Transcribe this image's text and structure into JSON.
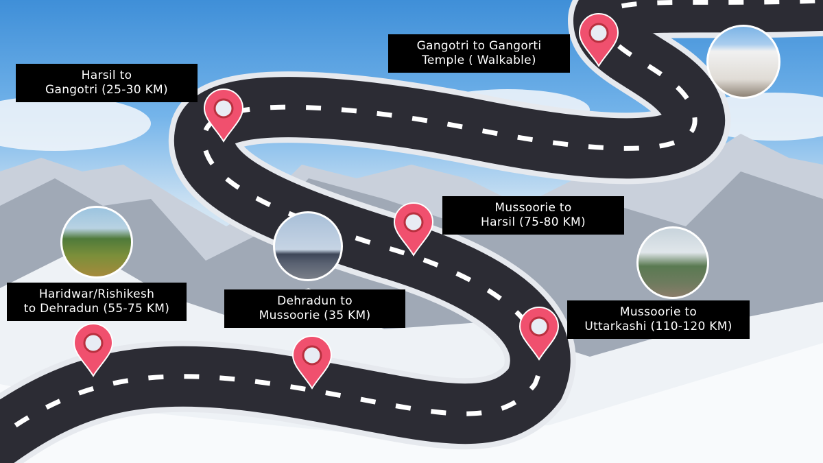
{
  "route_stops": [
    {
      "label": "Haridwar/Rishikesh to Dehradun (55-75 KM)",
      "line1": "Haridwar/Rishikesh",
      "line2": "to Dehradun (55-75 KM)"
    },
    {
      "label": "Dehradun to Mussoorie (35 KM)",
      "line1": "Dehradun to",
      "line2": "Mussoorie (35 KM)"
    },
    {
      "label": "Mussoorie to Uttarkashi (110-120 KM)",
      "line1": "Mussoorie to",
      "line2": "Uttarkashi (110-120 KM)"
    },
    {
      "label": "Mussoorie to Harsil (75-80 KM)",
      "line1": "Mussoorie to",
      "line2": "Harsil (75-80 KM)"
    },
    {
      "label": "Harsil to Gangotri (25-30 KM)",
      "line1": "Harsil to",
      "line2": "Gangotri (25-30 KM)"
    },
    {
      "label": "Gangotri to Gangorti Temple ( Walkable)",
      "line1": "Gangotri to Gangorti",
      "line2": "Temple ( Walkable)"
    }
  ],
  "colors": {
    "road": "#2c2c34",
    "pin": "#f0506e",
    "label_bg": "#000000",
    "sky": "#3f8fd8"
  },
  "icons": [
    "map-pin-icon"
  ]
}
